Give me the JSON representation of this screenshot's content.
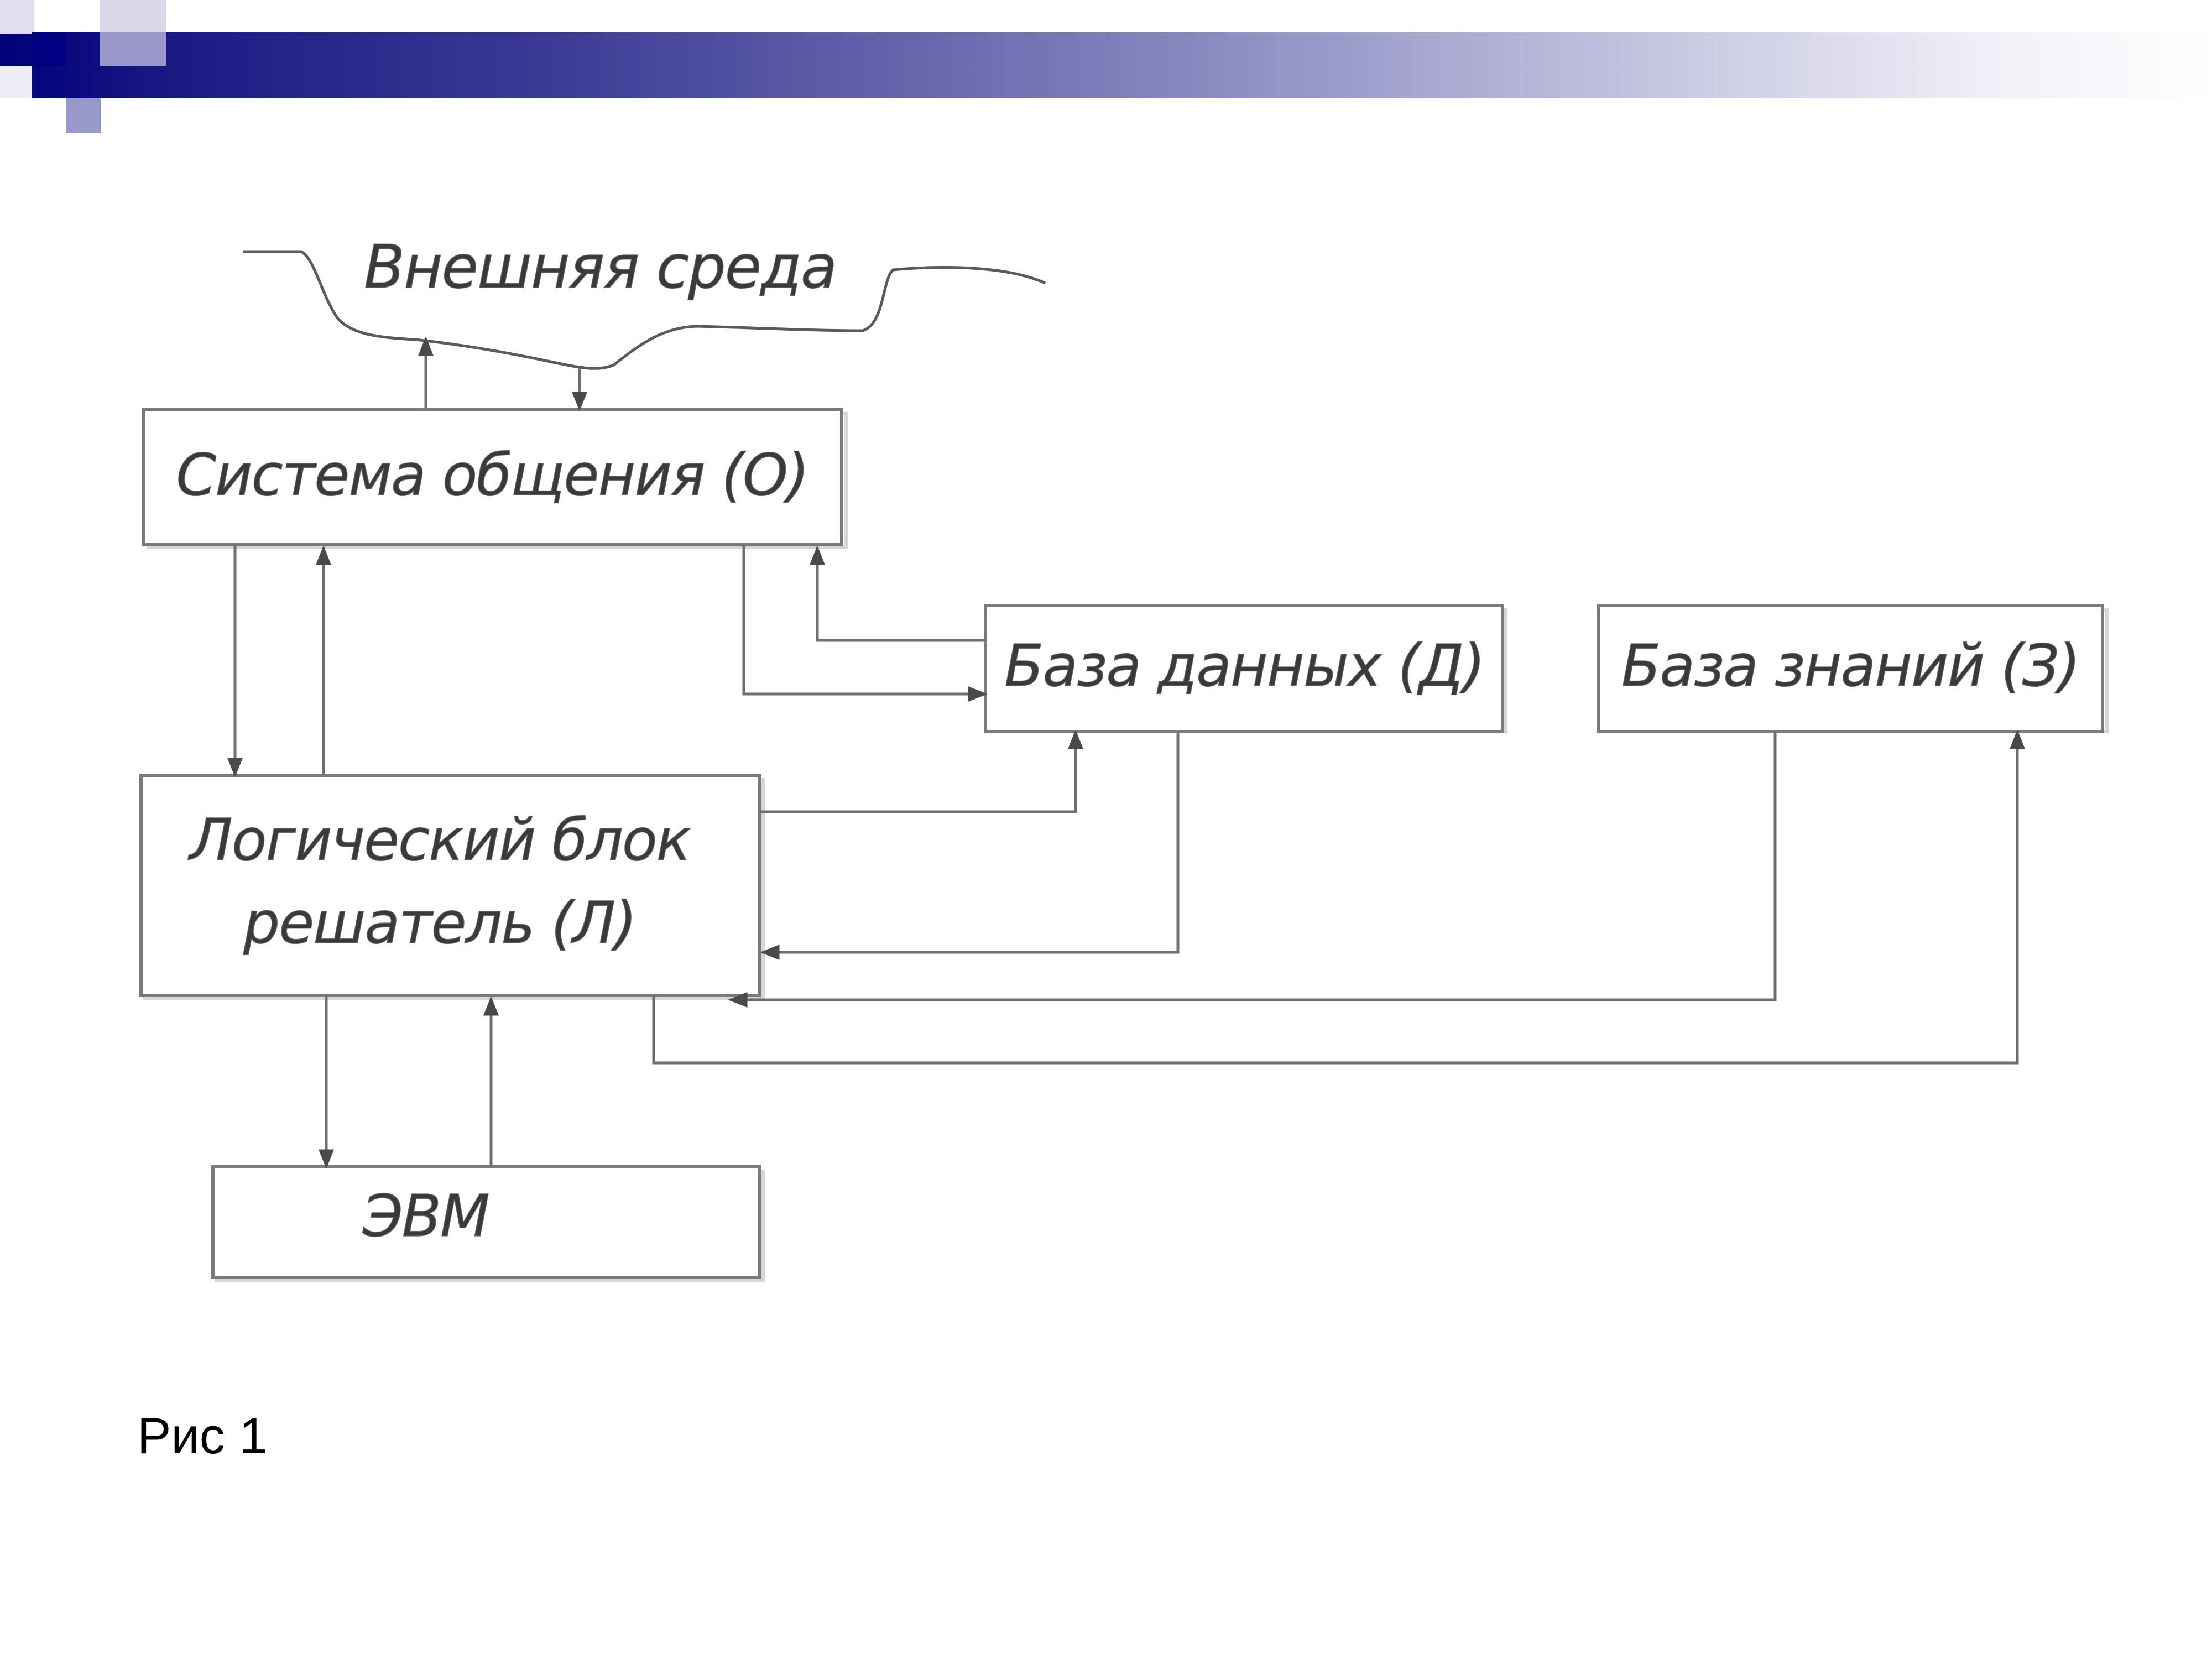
{
  "colors": {
    "header_dark": "#00007a",
    "header_square_dark": "#000080",
    "header_square_light": "#9999cc",
    "box_border": "#7a7a7a",
    "connector": "#6e6e6e",
    "label_text": "#3a3a3a"
  },
  "diagram": {
    "environment_label": "Внешняя среда",
    "nodes": {
      "communication": "Система общения (О)",
      "database": "База данных (Д)",
      "knowledge": "База знаний (З)",
      "logic_line1": "Логический блок",
      "logic_line2": "решатель (Л)",
      "computer": "ЭВМ"
    }
  },
  "caption": "Рис 1"
}
